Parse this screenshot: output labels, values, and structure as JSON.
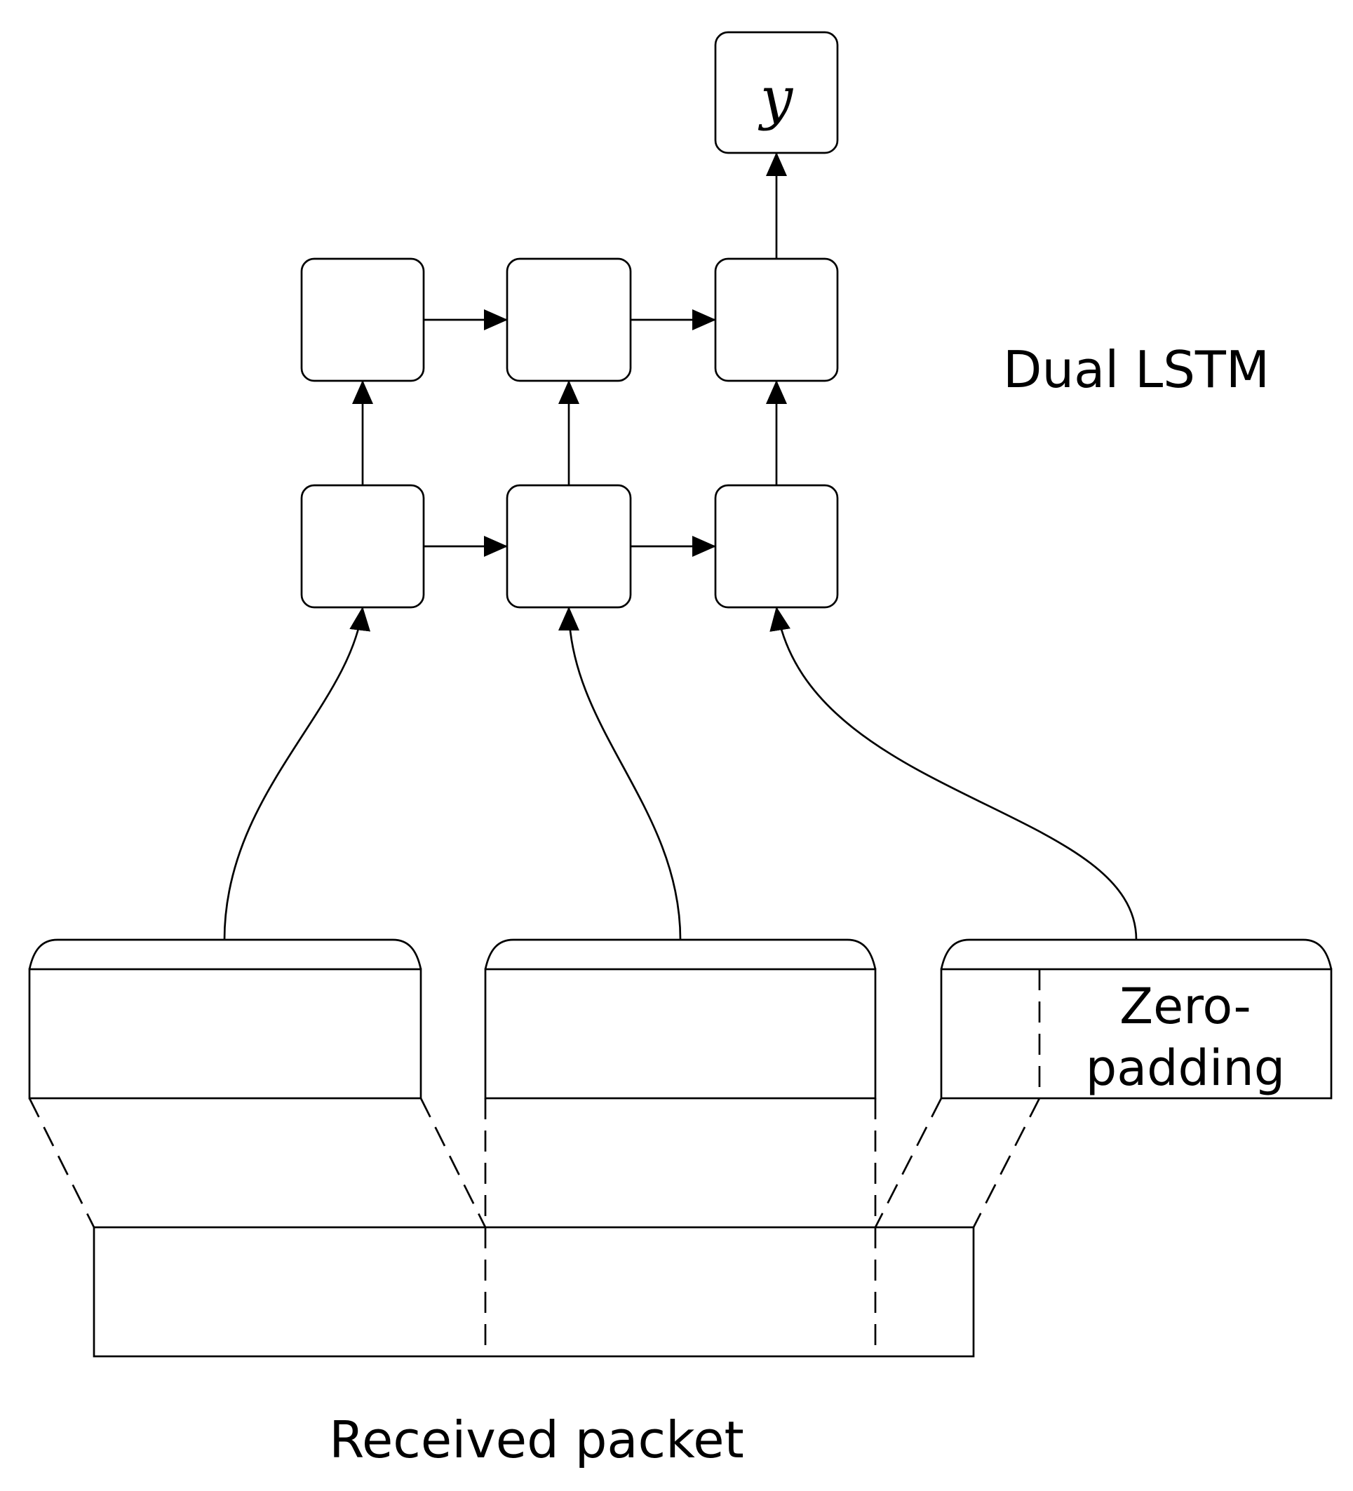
{
  "diagram": {
    "output_label": "y",
    "model_label": "Dual LSTM",
    "padding_label_line1": "Zero-",
    "padding_label_line2": "padding",
    "packet_label": "Received packet"
  }
}
